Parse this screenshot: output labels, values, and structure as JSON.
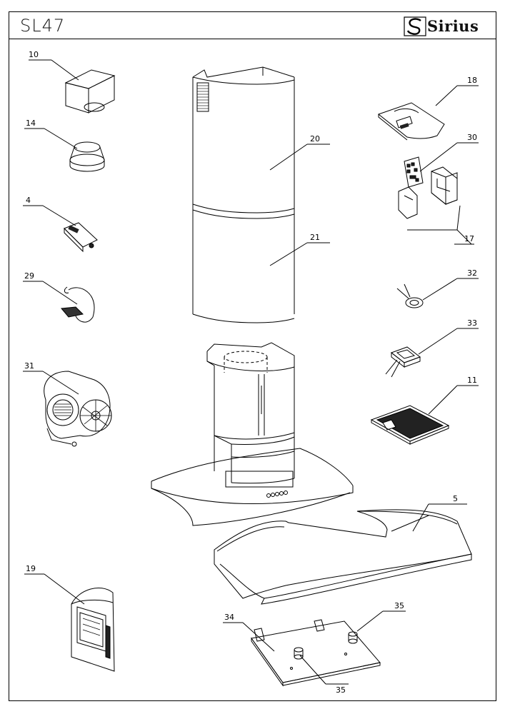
{
  "header": {
    "model": "SL47",
    "brand": "Sirius",
    "logo_icon": "sirius-s-logo-icon"
  },
  "callouts": {
    "c10": "10",
    "c14": "14",
    "c4": "4",
    "c29": "29",
    "c31": "31",
    "c19": "19",
    "c20": "20",
    "c21": "21",
    "c18": "18",
    "c30": "30",
    "c17": "17",
    "c32": "32",
    "c33": "33",
    "c11": "11",
    "c5": "5",
    "c34": "34",
    "c35a": "35",
    "c35b": "35"
  },
  "colors": {
    "line": "#000000",
    "filter_dark": "#222222"
  }
}
